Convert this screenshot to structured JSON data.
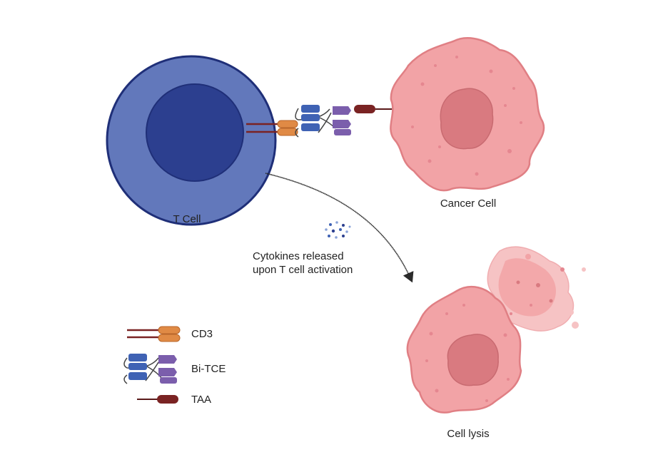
{
  "labels": {
    "t_cell": "T Cell",
    "cancer_cell": "Cancer Cell",
    "cytokines_line1": "Cytokines released",
    "cytokines_line2": "upon T cell activation",
    "cell_lysis": "Cell lysis"
  },
  "legend": [
    {
      "label": "CD3",
      "icon": "cd3-icon"
    },
    {
      "label": "Bi-TCE",
      "icon": "bi-tce-icon"
    },
    {
      "label": "TAA",
      "icon": "taa-icon"
    }
  ],
  "colors": {
    "t_cell_outer": "#6278bb",
    "t_cell_inner": "#2c3f8f",
    "t_cell_stroke": "#1f2f78",
    "cancer_fill": "#f2a3a6",
    "cancer_stroke": "#e07f84",
    "cancer_nucleus": "#d97a80",
    "cd3": "#e08a45",
    "bitce_blue": "#3f62b4",
    "bitce_purple": "#7b5eac",
    "taa": "#7a2323",
    "arrow": "#2b2b2b"
  }
}
